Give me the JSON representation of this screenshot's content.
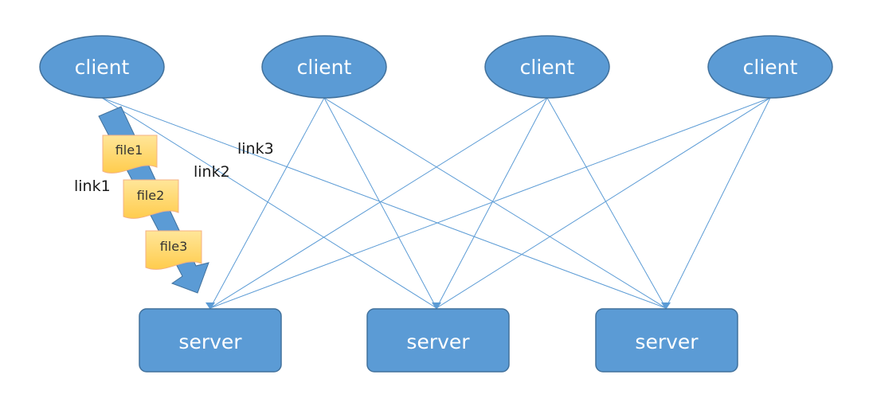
{
  "diagram": {
    "clients": [
      {
        "label": "client"
      },
      {
        "label": "client"
      },
      {
        "label": "client"
      },
      {
        "label": "client"
      }
    ],
    "servers": [
      {
        "label": "server"
      },
      {
        "label": "server"
      },
      {
        "label": "server"
      }
    ],
    "links": {
      "link1": "link1",
      "link2": "link2",
      "link3": "link3"
    },
    "files": [
      {
        "label": "file1"
      },
      {
        "label": "file2"
      },
      {
        "label": "file3"
      }
    ],
    "colors": {
      "node_fill": "#5b9bd5",
      "node_stroke": "#41719c",
      "edge": "#5b9bd5",
      "file_fill": "#ffd966",
      "file_stroke": "#f4b183"
    }
  }
}
